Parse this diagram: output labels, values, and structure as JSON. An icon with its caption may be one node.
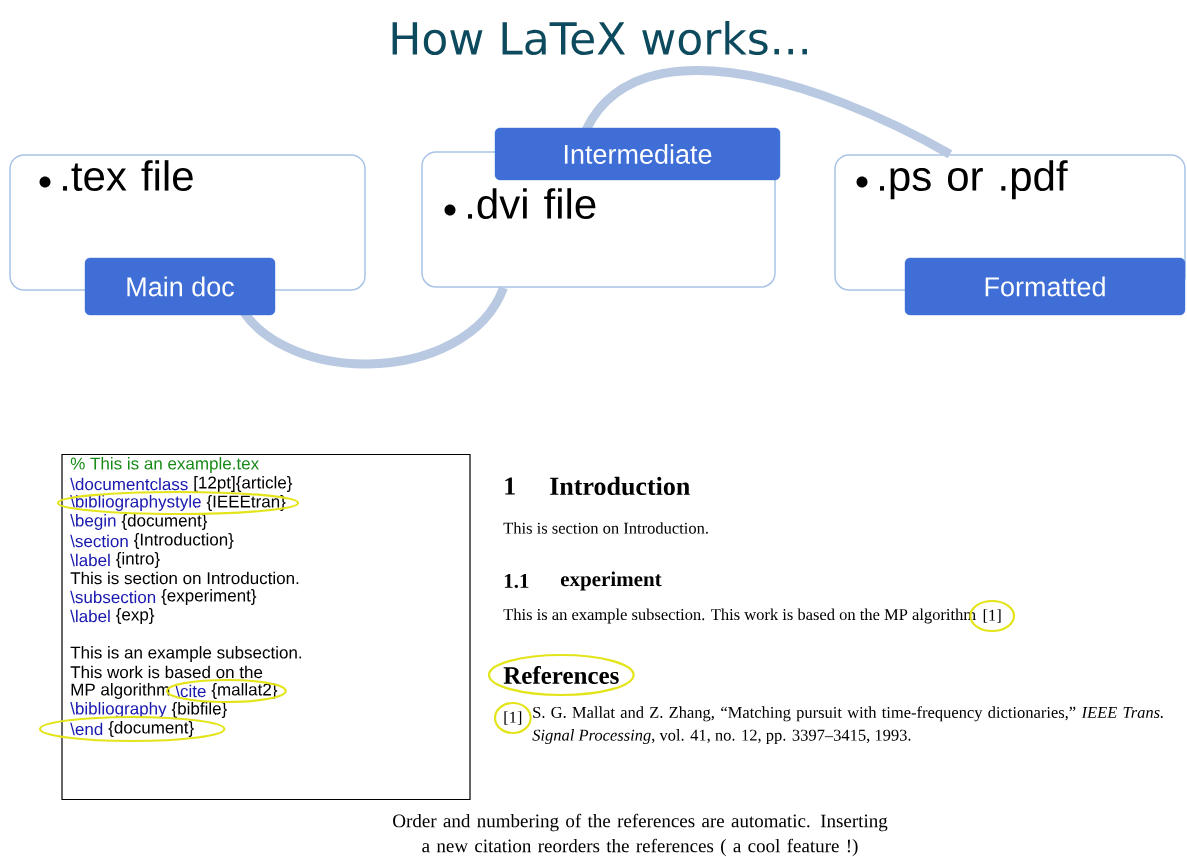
{
  "diagram": {
    "title": "How LaTeX works...",
    "caption": "Order and numbering of the references are automatic. Inserting a new citation reorders the references ( a cool feature !)",
    "nodes": [
      {
        "text": [
          ".tex file",
          "Main doc"
        ]
      },
      {
        "text": [
          "Intermediate",
          ".dvi file"
        ]
      },
      {
        "text": [
          ".ps or .pdf",
          "Formatted"
        ]
      },
      {
        "text": [
          "% This is an example.tex",
          "\\documentclass",
          "[12pt]{article}",
          "\\bibliographystyle",
          "{IEEEtran}",
          "\\begin",
          "{document}",
          "\\section",
          "{Introduction}",
          "\\label",
          "{intro}",
          "This is section on Introduction.",
          "\\subsection",
          "{experiment}",
          "\\label",
          "{exp}",
          "This is an example subsection.",
          "This work is based on the",
          "MP algorithm",
          "\\cite",
          "{mallat2}",
          "\\bibliography",
          "{bibfile}",
          "\\end",
          "{document}"
        ]
      }
    ],
    "edges": [
      {
        "from": 0,
        "to": 1,
        "arrow": "none"
      },
      {
        "from": 1,
        "to": 2,
        "arrow": "none"
      }
    ],
    "labels": [
      "1",
      "Introduction",
      "This is section on Introduction.",
      "1.1",
      "experiment",
      "This is an example subsection. This work is based on the MP algorithm",
      "[1]",
      "References",
      "[1]",
      "S. G. Mallat and Z. Zhang, “Matching pursuit with time-frequency dictionaries,” *IEEE Trans. Signal Processing*, vol. 41, no. 12, pp. 3397–3415, 1993."
    ]
  }
}
